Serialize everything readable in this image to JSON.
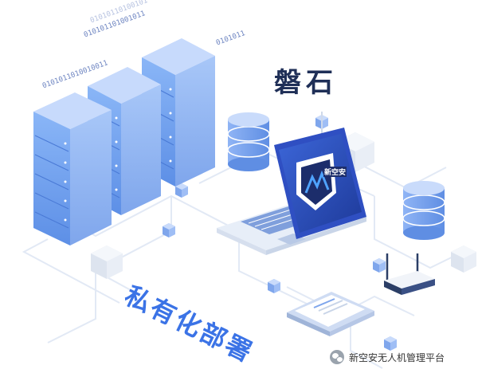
{
  "title": "磐石",
  "tagline": "私有化部署",
  "binary_strings": [
    "0101011010010011",
    "010101101001011",
    "0101011",
    "01010110100101"
  ],
  "laptop_logo_text": "新空安",
  "watermark": {
    "icon": "wechat-icon",
    "text": "新空安无人机管理平台"
  },
  "colors": {
    "accent": "#3b73e6",
    "title": "#1f2f57",
    "server_front": "#6fa0f0",
    "server_top": "#b9d2fb"
  }
}
